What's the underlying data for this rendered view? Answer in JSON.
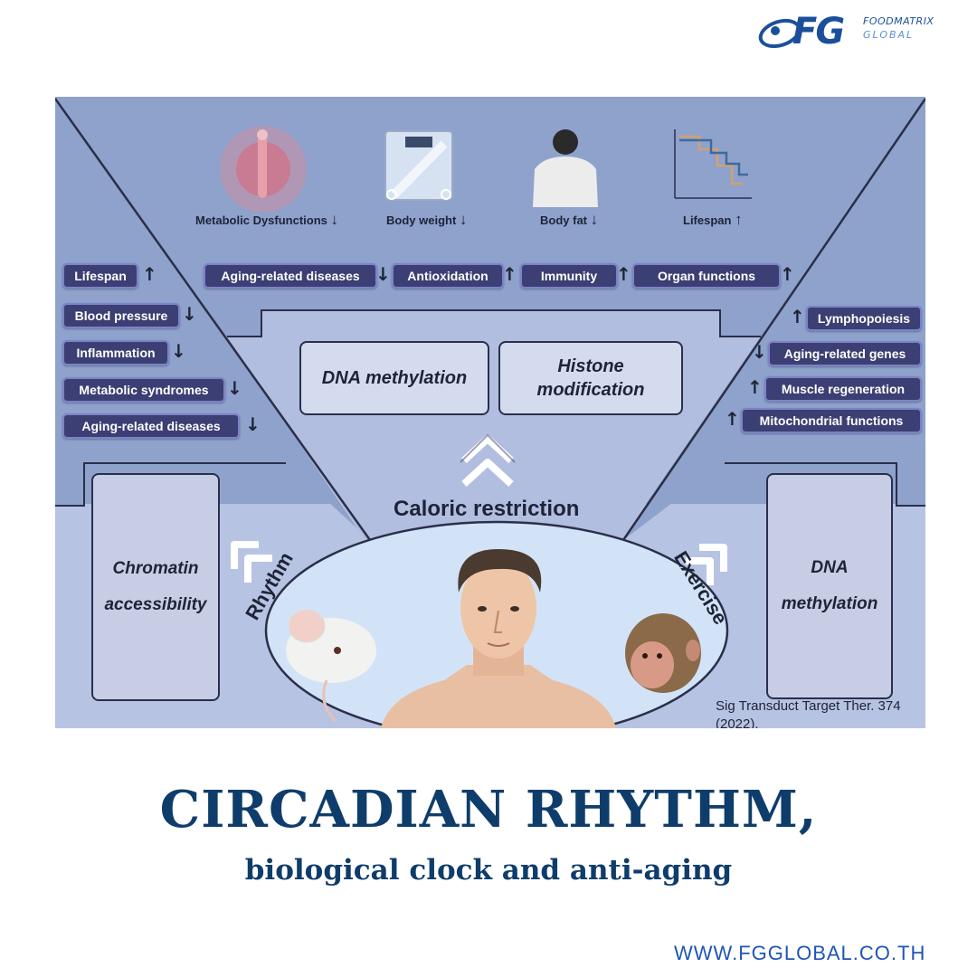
{
  "brand": {
    "logo_mark": "FG",
    "logo_line1": "FOODMATRIX",
    "logo_line2": "GLOBAL",
    "url": "WWW.FGGLOBAL.CO.TH",
    "color_primary": "#0f3d6b",
    "color_link": "#1f55b8"
  },
  "diagram": {
    "top_icons": [
      {
        "label": "Metabolic Dysfunctions",
        "arrow": "↓",
        "icon": "organ-inflammation-icon"
      },
      {
        "label": "Body weight",
        "arrow": "↓",
        "icon": "scale-icon"
      },
      {
        "label": "Body fat",
        "arrow": "↓",
        "icon": "person-silhouette-icon"
      },
      {
        "label": "Lifespan",
        "arrow": "↑",
        "icon": "survival-curve-icon"
      }
    ],
    "center_pills": [
      {
        "label": "Aging-related diseases",
        "arrow": "↓"
      },
      {
        "label": "Antioxidation",
        "arrow": "↑"
      },
      {
        "label": "Immunity",
        "arrow": "↑"
      },
      {
        "label": "Organ functions",
        "arrow": "↑"
      }
    ],
    "left_pills": [
      {
        "label": "Lifespan",
        "arrow": "↑"
      },
      {
        "label": "Blood pressure",
        "arrow": "↓"
      },
      {
        "label": "Inflammation",
        "arrow": "↓"
      },
      {
        "label": "Metabolic syndromes",
        "arrow": "↓"
      },
      {
        "label": "Aging-related diseases",
        "arrow": "↓"
      }
    ],
    "right_pills": [
      {
        "label": "Lymphopoiesis",
        "arrow": "↑"
      },
      {
        "label": "Aging-related genes",
        "arrow": "↓"
      },
      {
        "label": "Muscle regeneration",
        "arrow": "↑"
      },
      {
        "label": "Mitochondrial functions",
        "arrow": "↑"
      }
    ],
    "center_boxes": {
      "dna_methylation": "DNA methylation",
      "histone_line1": "Histone",
      "histone_line2": "modification"
    },
    "caloric_restriction": "Caloric restriction",
    "left_box": {
      "line1": "Chromatin",
      "line2": "accessibility"
    },
    "right_box": {
      "line1": "DNA",
      "line2": "methylation"
    },
    "rhythm": "Rhythm",
    "exercise": "Exercise",
    "citation_line1": "Sig Transduct Target Ther. 374",
    "citation_line2": "(2022).",
    "colors": {
      "background": "#8ea2cc",
      "lower_panel": "#b7c3e2",
      "pill": "#3c3f73",
      "dark": "#1e2338"
    }
  },
  "title": "CIRCADIAN RHYTHM,",
  "subtitle": "biological clock and anti-aging"
}
